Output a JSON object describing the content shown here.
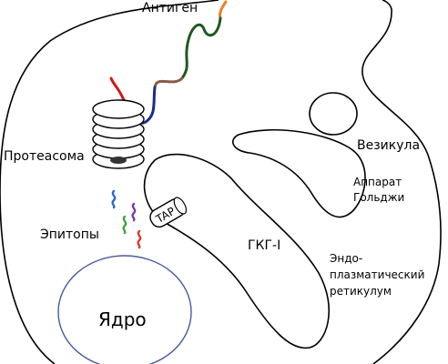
{
  "labels": {
    "antigen": "Антиген",
    "proteasome": "Протеасома",
    "epitopes": "Эпитопы",
    "nucleus": "Ядро",
    "tap": "TAP",
    "mhc": "ГКГ-I",
    "vesicle": "Везикула",
    "golgi_line1": "Аппарат",
    "golgi_line2": "Гольджи",
    "er_line1": "Эндо-",
    "er_line2": "плазматический",
    "er_line3": "ретикулум"
  },
  "colors": {
    "outline": "#000000",
    "nucleus_border": "#4a5a9a",
    "antigen_orange": "#e8822a",
    "antigen_green": "#1e5a1e",
    "antigen_brown": "#8a5a48",
    "antigen_navy": "#1a2a8a",
    "antigen_red": "#d01818",
    "epitope_blue": "#2a6ac8",
    "epitope_purple": "#7a3aa8",
    "epitope_green": "#3aa83a",
    "epitope_red": "#d83a2a",
    "epitope_cyan": "#3ab8d8",
    "mhc_blue": "#1a2a8a",
    "mhc_red": "#c01818"
  }
}
